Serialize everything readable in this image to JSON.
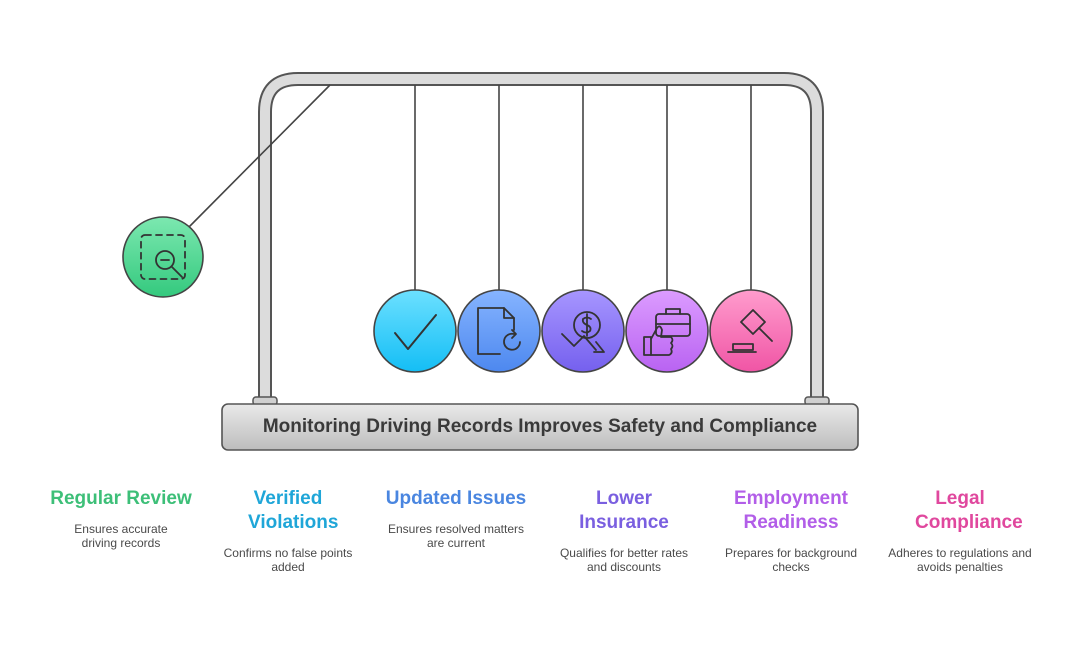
{
  "title": "Monitoring Driving Records Improves Safety and Compliance",
  "items": [
    {
      "title": "Regular Review",
      "desc": "Ensures accurate driving records",
      "color": "#3dbf78",
      "icon": "scan-search-icon"
    },
    {
      "title": "Verified Violations",
      "desc": "Confirms no false points added",
      "color": "#1fa6d8",
      "icon": "checkmark-icon"
    },
    {
      "title": "Updated Issues",
      "desc": "Ensures resolved matters are current",
      "color": "#4a86e0",
      "icon": "document-refresh-icon"
    },
    {
      "title": "Lower Insurance",
      "desc": "Qualifies for better rates and discounts",
      "color": "#7a5fe0",
      "icon": "dollar-down-icon"
    },
    {
      "title": "Employment Readiness",
      "desc": "Prepares for background checks",
      "color": "#b25ee8",
      "icon": "briefcase-thumbs-up-icon"
    },
    {
      "title": "Legal Compliance",
      "desc": "Adheres to regulations and avoids penalties",
      "color": "#e0489e",
      "icon": "gavel-icon"
    }
  ]
}
